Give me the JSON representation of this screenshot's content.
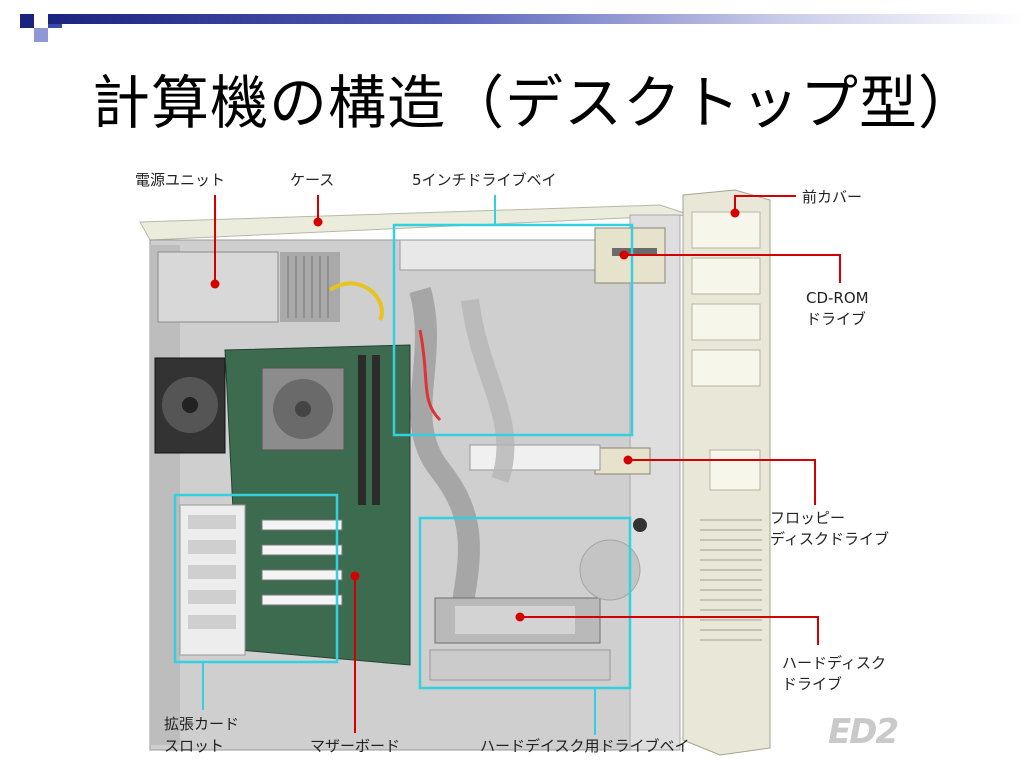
{
  "slide": {
    "title": "計算機の構造（デスクトップ型）"
  },
  "labels": {
    "power_supply": "電源ユニット",
    "case": "ケース",
    "drive_bay_5inch": "5インチドライブベイ",
    "front_cover": "前カバー",
    "cdrom_line1": "CD-ROM",
    "cdrom_line2": "ドライブ",
    "floppy_line1": "フロッピー",
    "floppy_line2": "ディスクドライブ",
    "hdd_line1": "ハードディスク",
    "hdd_line2": "ドライブ",
    "expansion_line1": "拡張カード",
    "expansion_line2": "スロット",
    "motherboard": "マザーボード",
    "hdd_bay": "ハードデイスク用ドライブベイ"
  },
  "logo": "ED2",
  "colors": {
    "leader_line": "#d40000",
    "highlight_box": "#35d0e0",
    "header_accent": "#1a237e"
  }
}
